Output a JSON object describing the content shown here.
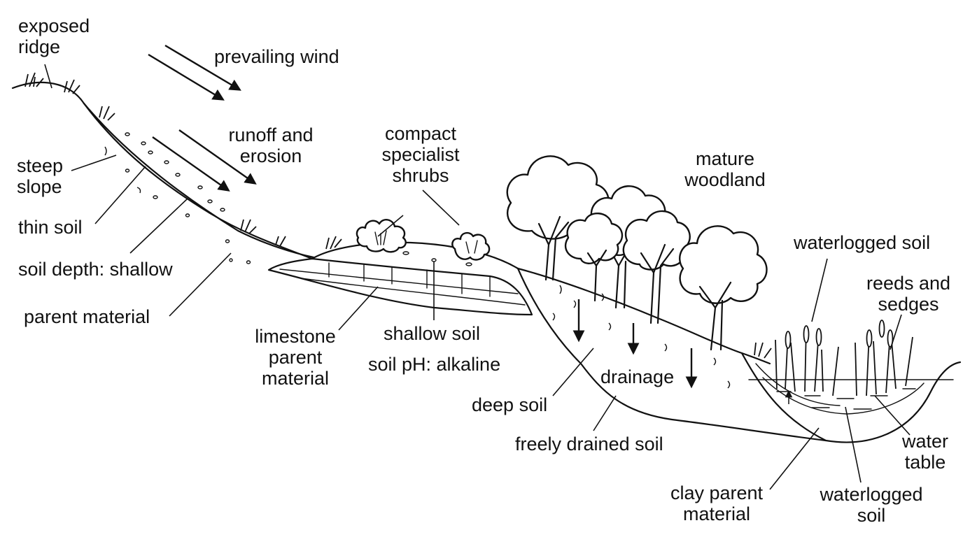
{
  "labels": {
    "exposed_ridge": [
      "exposed",
      "ridge"
    ],
    "prevailing_wind": "prevailing wind",
    "runoff_erosion": [
      "runoff and",
      "erosion"
    ],
    "compact_shrubs": [
      "compact",
      "specialist",
      "shrubs"
    ],
    "mature_woodland": [
      "mature",
      "woodland"
    ],
    "steep_slope": [
      "steep",
      "slope"
    ],
    "thin_soil": "thin soil",
    "soil_depth": "soil depth: shallow",
    "parent_material": "parent material",
    "limestone": [
      "limestone",
      "parent",
      "material"
    ],
    "shallow_soil": "shallow soil",
    "soil_ph": "soil pH: alkaline",
    "waterlogged_soil_top": "waterlogged soil",
    "reeds_sedges": [
      "reeds and",
      "sedges"
    ],
    "drainage": "drainage",
    "deep_soil": "deep soil",
    "freely_drained": "freely drained soil",
    "water_table": [
      "water",
      "table"
    ],
    "clay_parent": [
      "clay parent",
      "material"
    ],
    "waterlogged_soil_bottom": [
      "waterlogged",
      "soil"
    ]
  },
  "icons": {
    "wind_arrows": "arrow-icon",
    "drainage_arrows": "down-arrow-icon",
    "trees": "tree-icon",
    "shrubs": "shrub-icon",
    "reeds": "reed-icon",
    "grass": "grass-tuft-icon"
  }
}
